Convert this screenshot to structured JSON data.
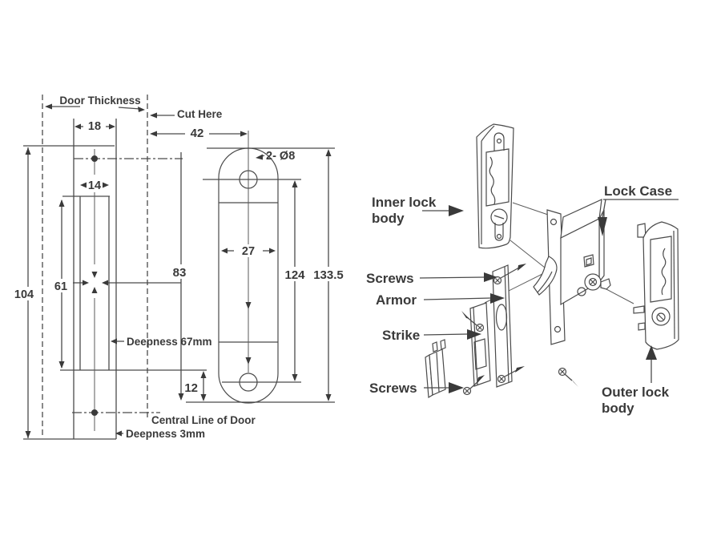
{
  "drawing": {
    "labels": {
      "door_thickness": "Door Thickness",
      "cut_here": "Cut Here",
      "hole_callout": "2- Ø8",
      "deepness_67": "Deepness 67mm",
      "central_line": "Central Line of Door",
      "deepness_3": "Deepness 3mm"
    },
    "dimensions": {
      "case_width": "18",
      "plate_offset": "42",
      "slot_width": "14",
      "case_height": "104",
      "slot_height": "61",
      "center_depth": "83",
      "plate_width": "27",
      "hole_spacing": "124",
      "plate_length": "133.5",
      "bottom_offset": "12"
    }
  },
  "exploded": {
    "labels": {
      "inner_lock_body_1": "Inner lock",
      "inner_lock_body_2": "body",
      "screws_top": "Screws",
      "armor": "Armor",
      "strike": "Strike",
      "screws_bottom": "Screws",
      "lock_case": "Lock Case",
      "outer_lock_body_1": "Outer lock",
      "outer_lock_body_2": "body"
    }
  },
  "colors": {
    "line": "#4a4a4a",
    "background": "#ffffff"
  }
}
